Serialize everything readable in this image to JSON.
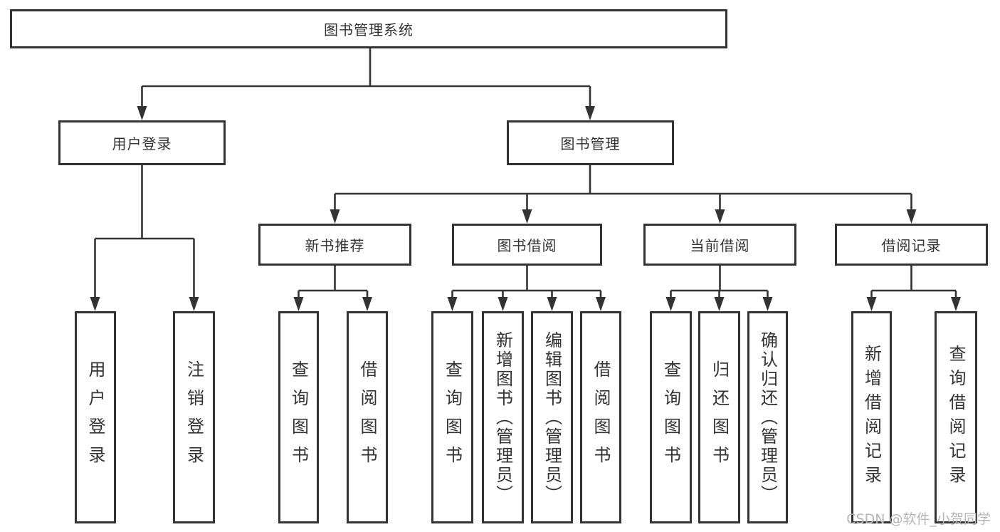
{
  "diagram_title": "图书管理系统",
  "colors": {
    "line": "#333333",
    "box_border": "#333333",
    "box_fill": "#ffffff",
    "text": "#333333",
    "background": "#ffffff",
    "watermark": "#b5b5b5"
  },
  "watermark": {
    "text": "CSDN @软件_小贺同学"
  },
  "tree": {
    "root": {
      "label": "图书管理系统"
    },
    "children": [
      {
        "label": "用户登录",
        "children": [
          {
            "label": "用户登录"
          },
          {
            "label": "注销登录"
          }
        ]
      },
      {
        "label": "图书管理",
        "children": [
          {
            "label": "新书推荐",
            "children": [
              {
                "label": "查询图书"
              },
              {
                "label": "借阅图书"
              }
            ]
          },
          {
            "label": "图书借阅",
            "children": [
              {
                "label": "查询图书"
              },
              {
                "label": "新增图书（管理员）"
              },
              {
                "label": "编辑图书（管理员）"
              },
              {
                "label": "借阅图书"
              }
            ]
          },
          {
            "label": "当前借阅",
            "children": [
              {
                "label": "查询图书"
              },
              {
                "label": "归还图书"
              },
              {
                "label": "确认归还（管理员）"
              }
            ]
          },
          {
            "label": "借阅记录",
            "children": [
              {
                "label": "新增借阅记录"
              },
              {
                "label": "查询借阅记录"
              }
            ]
          }
        ]
      }
    ]
  }
}
